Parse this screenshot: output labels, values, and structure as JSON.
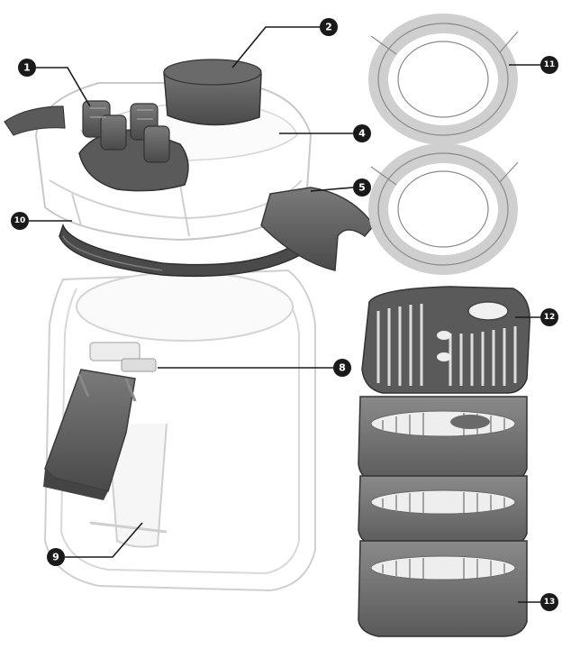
{
  "diagram": {
    "callouts": [
      {
        "id": "c1",
        "label": "1"
      },
      {
        "id": "c2",
        "label": "2"
      },
      {
        "id": "c4",
        "label": "4"
      },
      {
        "id": "c5",
        "label": "5"
      },
      {
        "id": "c8",
        "label": "8"
      },
      {
        "id": "c9",
        "label": "9"
      },
      {
        "id": "c10",
        "label": "10"
      },
      {
        "id": "c11",
        "label": "11"
      },
      {
        "id": "c12",
        "label": "12"
      },
      {
        "id": "c13",
        "label": "13"
      }
    ]
  },
  "colors": {
    "ink": "#1a1a1a",
    "light_gray": "#d6d6d6",
    "mid_gray": "#9a9a9a",
    "dark_gray": "#555555",
    "paper": "#ffffff"
  }
}
